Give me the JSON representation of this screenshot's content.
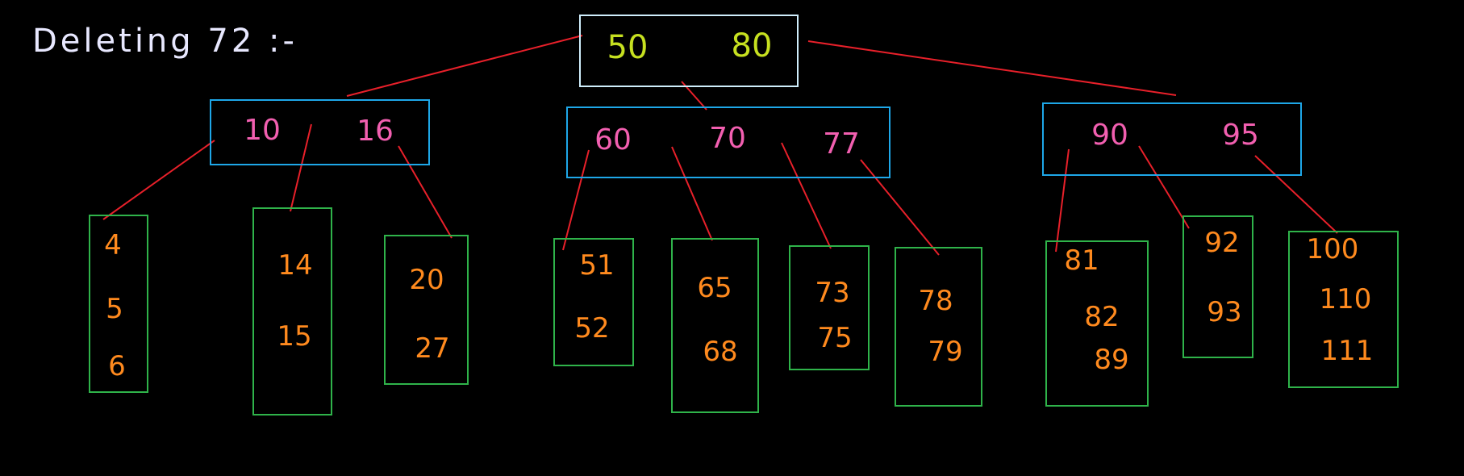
{
  "heading": "Deleting 72 :-",
  "colors": {
    "background": "#000000",
    "root_border": "#cfeefc",
    "internal_border": "#1ea7e8",
    "leaf_border": "#2fb34a",
    "edge": "#e8202a",
    "heading_text": "#e8e8ff",
    "root_keys": "#c6e020",
    "internal_keys": "#f25fb0",
    "leaf_keys": "#ff8a1e"
  },
  "tree": {
    "root": {
      "keys": [
        "50",
        "80"
      ]
    },
    "internal_nodes": [
      {
        "id": "left",
        "keys": [
          "10",
          "16"
        ]
      },
      {
        "id": "middle",
        "keys": [
          "60",
          "70",
          "77"
        ]
      },
      {
        "id": "right",
        "keys": [
          "90",
          "95"
        ]
      }
    ],
    "leaves": [
      {
        "keys": [
          "4",
          "5",
          "6"
        ]
      },
      {
        "keys": [
          "14",
          "15"
        ]
      },
      {
        "keys": [
          "20",
          "27"
        ]
      },
      {
        "keys": [
          "51",
          "52"
        ]
      },
      {
        "keys": [
          "65",
          "68"
        ]
      },
      {
        "keys": [
          "73",
          "75"
        ]
      },
      {
        "keys": [
          "78",
          "79"
        ]
      },
      {
        "keys": [
          "81",
          "82",
          "89"
        ]
      },
      {
        "keys": [
          "92",
          "93"
        ]
      },
      {
        "keys": [
          "100",
          "110",
          "111"
        ]
      }
    ]
  }
}
